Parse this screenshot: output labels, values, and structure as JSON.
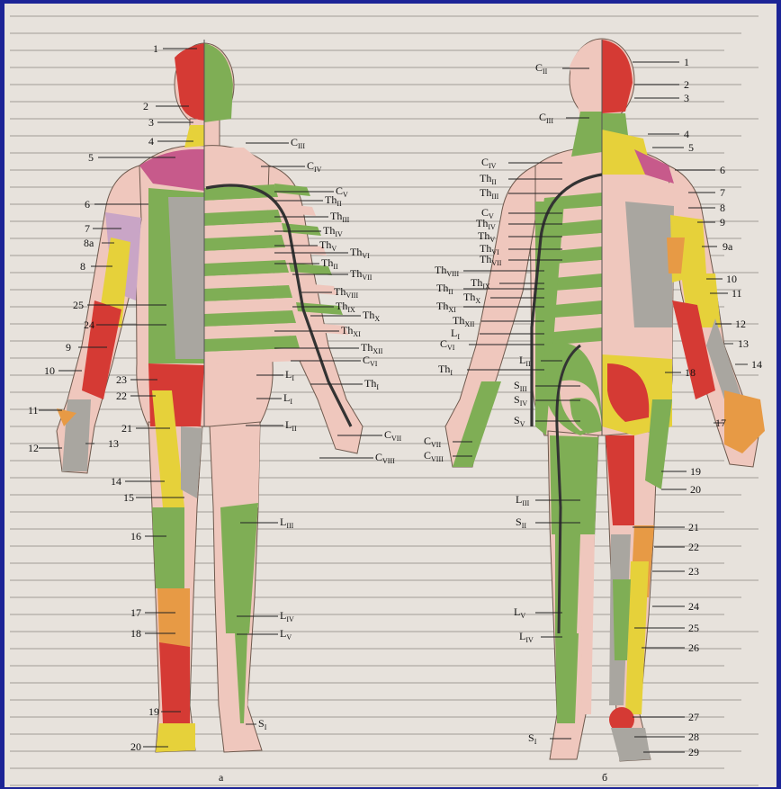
{
  "figure": {
    "front_caption": "а",
    "back_caption": "б",
    "front_numbers": [
      "1",
      "2",
      "3",
      "4",
      "5",
      "6",
      "7",
      "8а",
      "8",
      "25",
      "24",
      "9",
      "10",
      "23",
      "22",
      "11",
      "12",
      "13",
      "21",
      "14",
      "15",
      "16",
      "17",
      "18",
      "19",
      "20"
    ],
    "back_numbers": [
      "1",
      "2",
      "3",
      "4",
      "5",
      "6",
      "7",
      "8",
      "9",
      "9а",
      "10",
      "11",
      "12",
      "13",
      "14",
      "18",
      "17",
      "19",
      "20",
      "21",
      "22",
      "23",
      "24",
      "25",
      "26",
      "27",
      "28",
      "29"
    ],
    "front_segments": [
      {
        "main": "C",
        "sub": "III"
      },
      {
        "main": "C",
        "sub": "IV"
      },
      {
        "main": "C",
        "sub": "V"
      },
      {
        "main": "Th",
        "sub": "II"
      },
      {
        "main": "Th",
        "sub": "III"
      },
      {
        "main": "Th",
        "sub": "IV"
      },
      {
        "main": "Th",
        "sub": "V"
      },
      {
        "main": "Th",
        "sub": "VI"
      },
      {
        "main": "Th",
        "sub": "II"
      },
      {
        "main": "Th",
        "sub": "VII"
      },
      {
        "main": "Th",
        "sub": "VIII"
      },
      {
        "main": "Th",
        "sub": "IX"
      },
      {
        "main": "Th",
        "sub": "X"
      },
      {
        "main": "Th",
        "sub": "XI"
      },
      {
        "main": "Th",
        "sub": "XII"
      },
      {
        "main": "C",
        "sub": "VI"
      },
      {
        "main": "Th",
        "sub": "I"
      },
      {
        "main": "L",
        "sub": "I"
      },
      {
        "main": "L",
        "sub": "I"
      },
      {
        "main": "L",
        "sub": "II"
      },
      {
        "main": "C",
        "sub": "VII"
      },
      {
        "main": "C",
        "sub": "VIII"
      },
      {
        "main": "L",
        "sub": "III"
      },
      {
        "main": "L",
        "sub": "IV"
      },
      {
        "main": "L",
        "sub": "V"
      },
      {
        "main": "S",
        "sub": "I"
      }
    ],
    "back_segments": [
      {
        "main": "C",
        "sub": "II"
      },
      {
        "main": "C",
        "sub": "III"
      },
      {
        "main": "C",
        "sub": "IV"
      },
      {
        "main": "Th",
        "sub": "II"
      },
      {
        "main": "Th",
        "sub": "III"
      },
      {
        "main": "C",
        "sub": "V"
      },
      {
        "main": "Th",
        "sub": "IV"
      },
      {
        "main": "Th",
        "sub": "V"
      },
      {
        "main": "Th",
        "sub": "VI"
      },
      {
        "main": "Th",
        "sub": "VII"
      },
      {
        "main": "Th",
        "sub": "VIII"
      },
      {
        "main": "Th",
        "sub": "IX"
      },
      {
        "main": "Th",
        "sub": "II"
      },
      {
        "main": "Th",
        "sub": "X"
      },
      {
        "main": "Th",
        "sub": "XI"
      },
      {
        "main": "Th",
        "sub": "XII"
      },
      {
        "main": "C",
        "sub": "VI"
      },
      {
        "main": "L",
        "sub": "I"
      },
      {
        "main": "Th",
        "sub": "I"
      },
      {
        "main": "L",
        "sub": "II"
      },
      {
        "main": "S",
        "sub": "III"
      },
      {
        "main": "S",
        "sub": "IV"
      },
      {
        "main": "S",
        "sub": "V"
      },
      {
        "main": "C",
        "sub": "VII"
      },
      {
        "main": "C",
        "sub": "VIII"
      },
      {
        "main": "L",
        "sub": "III"
      },
      {
        "main": "S",
        "sub": "II"
      },
      {
        "main": "L",
        "sub": "V"
      },
      {
        "main": "L",
        "sub": "IV"
      },
      {
        "main": "S",
        "sub": "I"
      }
    ]
  },
  "colors": {
    "slide_background": "#1c2496",
    "paper": "#e7e2dc",
    "green": "#7fae55",
    "pink": "#efc7bd",
    "red": "#d53a34",
    "yellow": "#e6d13a",
    "grey": "#a9a6a0",
    "orange": "#e79a45",
    "magenta": "#c75a8b",
    "lilac": "#c9a5c6"
  }
}
